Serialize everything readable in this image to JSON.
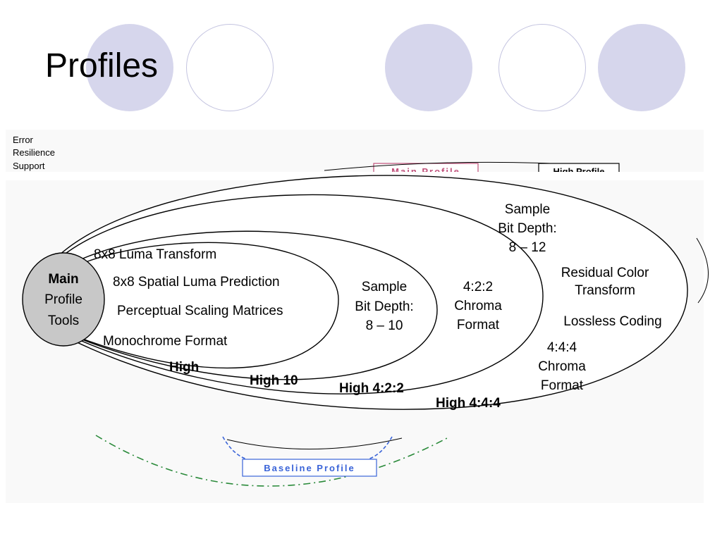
{
  "slide": {
    "title": "Profiles"
  },
  "diagram": {
    "corner_label_lines": [
      "Error",
      "Resilience",
      "Support"
    ],
    "top_tags": [
      "Main Profile",
      "High Profile"
    ],
    "bottom_tag": "Baseline Profile",
    "core": {
      "lines": [
        "Main",
        "Profile",
        "Tools"
      ]
    },
    "high": {
      "name": "High",
      "features": [
        "8x8 Luma Transform",
        "8x8 Spatial Luma Prediction",
        "Perceptual Scaling Matrices",
        "Monochrome Format"
      ]
    },
    "high10": {
      "name": "High 10",
      "feature_lines": [
        "Sample",
        "Bit Depth:",
        "8 – 10"
      ]
    },
    "high422": {
      "name": "High 4:2:2",
      "feature_lines": [
        "4:2:2",
        "Chroma",
        "Format"
      ]
    },
    "high444": {
      "name": "High 4:4:4",
      "bitdepth_lines": [
        "Sample",
        "Bit Depth:",
        "8 – 12"
      ],
      "residual_lines": [
        "Residual Color",
        "Transform"
      ],
      "lossless": "Lossless Coding",
      "chroma_lines": [
        "4:4:4",
        "Chroma",
        "Format"
      ]
    },
    "colors": {
      "core_fill": "#c8c8c8",
      "main_profile_tag": "#c0507a",
      "baseline_tag": "#3a64d8",
      "dash_dot_line": "#2a8a3a",
      "deco_filled": "#d6d6ec",
      "deco_outline": "#c4c4e0"
    }
  }
}
